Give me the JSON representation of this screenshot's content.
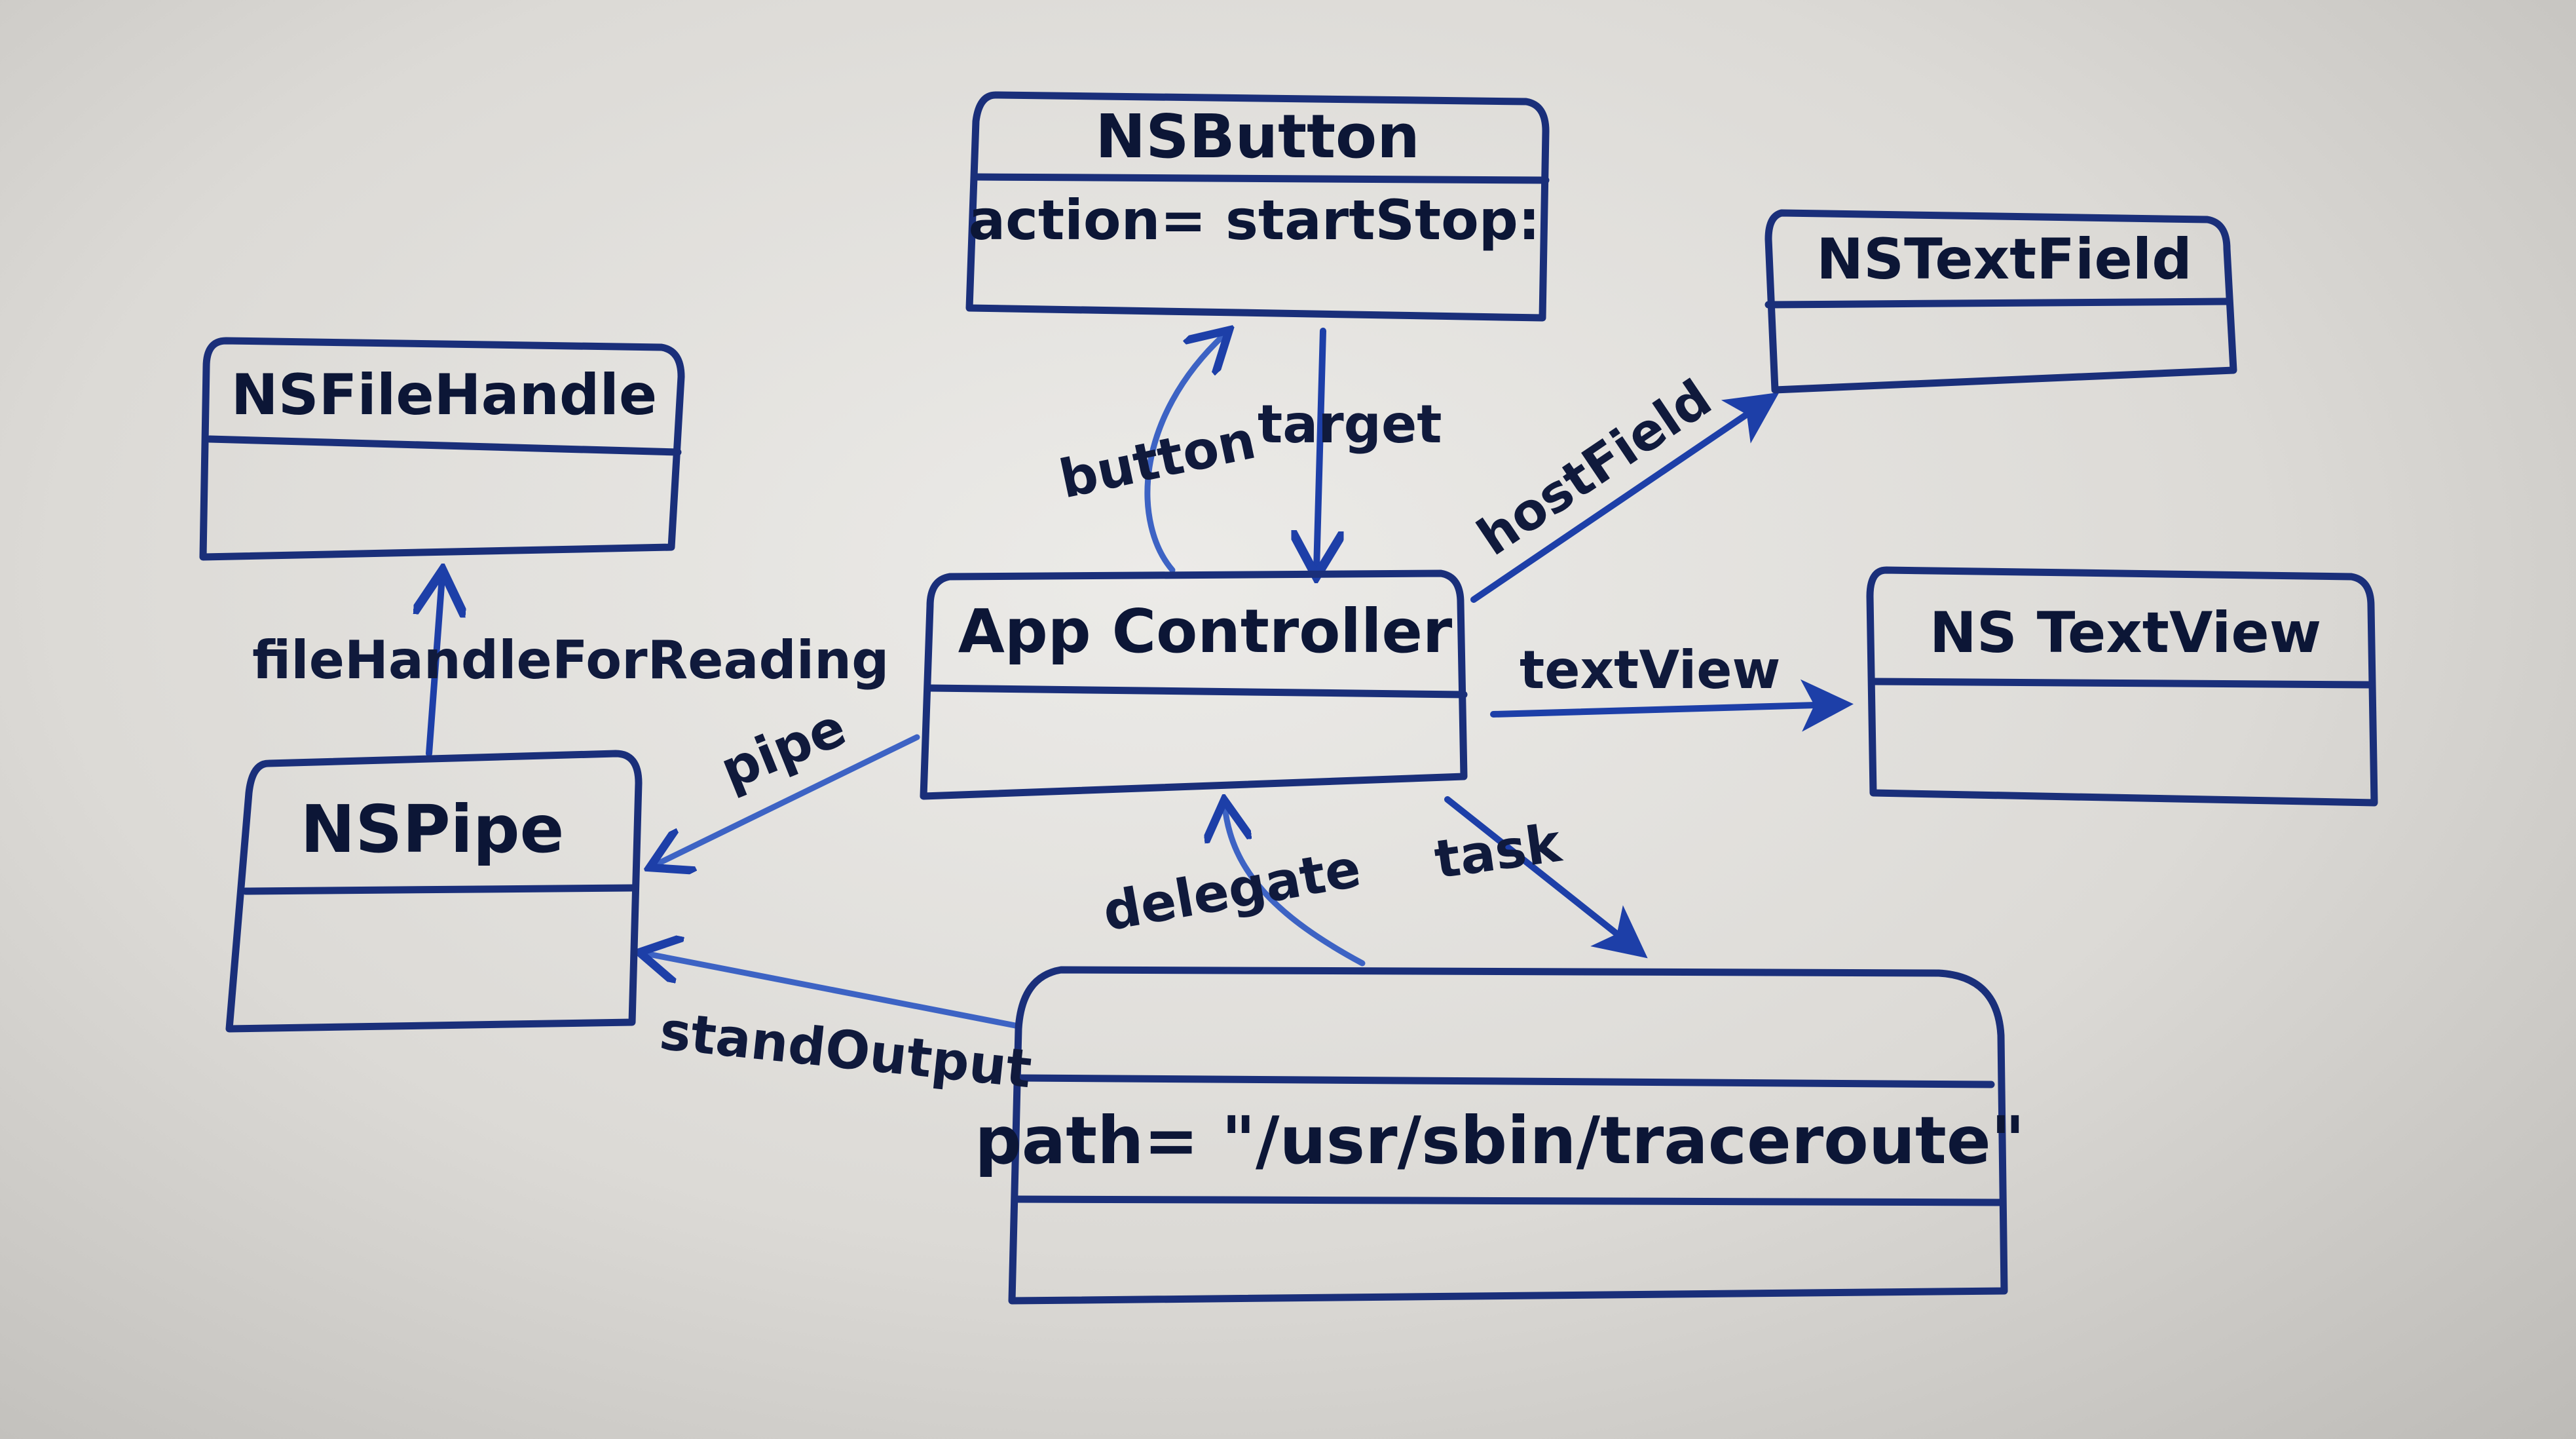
{
  "boxes": {
    "nsbutton": {
      "title": "NSButton",
      "attribute": "action= startStop:"
    },
    "nstextfield": {
      "title": "NSTextField"
    },
    "nsfilehandle": {
      "title": "NSFileHandle"
    },
    "appcontroller": {
      "title": "App Controller"
    },
    "nstextview": {
      "title": "NS TextView"
    },
    "nspipe": {
      "title": "NSPipe"
    },
    "task": {
      "attribute": "path= \"/usr/sbin/traceroute\""
    }
  },
  "edges": {
    "button": "button",
    "target": "target",
    "hostfield": "hostField",
    "textview": "textView",
    "filehandle": "fileHandleForReading",
    "pipe": "pipe",
    "delegate": "delegate",
    "task": "task",
    "standoutput": "standOutput"
  },
  "colors": {
    "ink": "#1a2f7a",
    "arrow": "#1d3fa8",
    "paper": "#e6e5e2"
  }
}
